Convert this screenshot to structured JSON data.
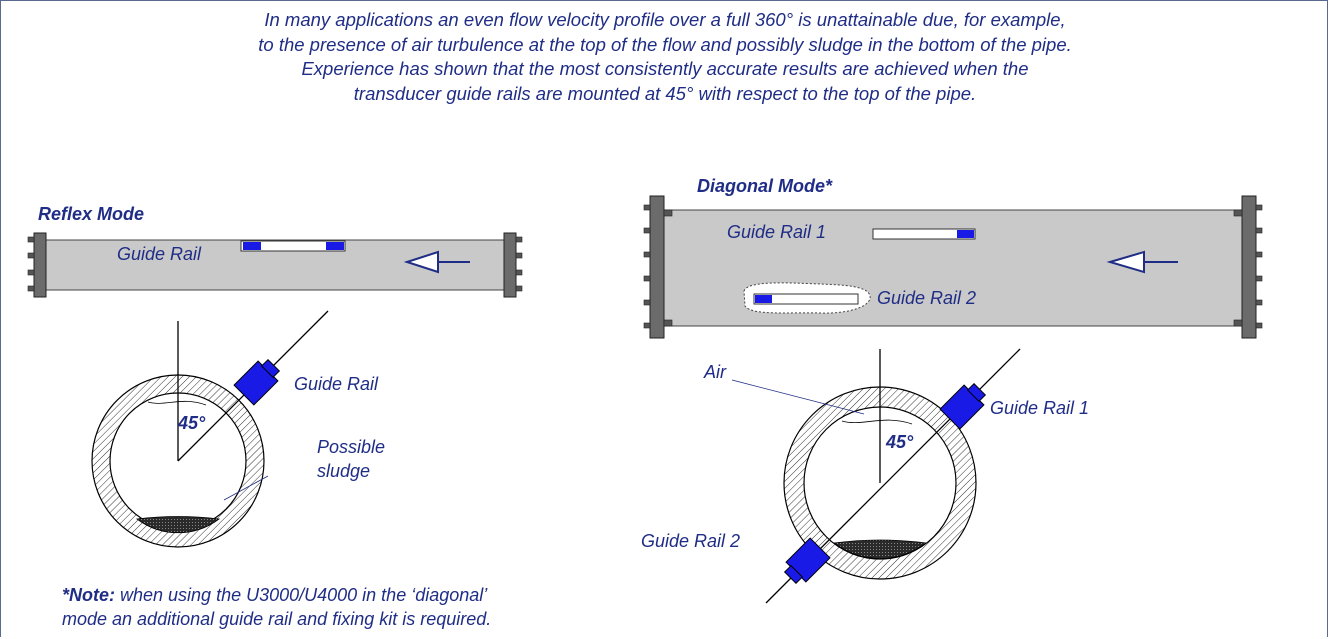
{
  "intro": {
    "lines": [
      "In many applications an even flow velocity profile over a full 360° is unattainable due, for example,",
      "to the presence of air turbulence at the top of the flow and possibly sludge in the bottom of the pipe.",
      "Experience has shown that the most consistently accurate results are achieved when the",
      "transducer guide rails are mounted at 45° with respect to the top of the pipe."
    ]
  },
  "reflex": {
    "title": "Reflex Mode",
    "rail_label": "Guide Rail",
    "section_rail_label": "Guide Rail",
    "angle_label": "45°",
    "sludge_label_line1": "Possible",
    "sludge_label_line2": "sludge"
  },
  "diagonal": {
    "title": "Diagonal Mode*",
    "rail1_label": "Guide Rail 1",
    "rail2_label": "Guide Rail 2",
    "air_label": "Air",
    "section_rail1_label": "Guide Rail 1",
    "section_rail2_label": "Guide Rail 2",
    "angle_label": "45°"
  },
  "note": {
    "prefix": "*Note:",
    "line1_rest": " when using the U3000/U4000 in the ‘diagonal’",
    "line2": "mode an additional guide rail and fixing kit is required."
  },
  "colors": {
    "text": "#1f2d86",
    "pipe_fill": "#c9c9c9",
    "flange_fill": "#6b6b6b",
    "transducer": "#1a1ae6",
    "line": "#000000"
  }
}
